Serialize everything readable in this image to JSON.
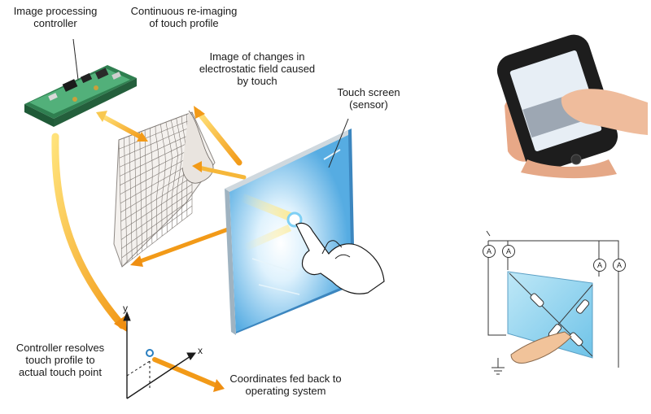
{
  "labels": {
    "controller": [
      "Image processing",
      "controller"
    ],
    "reimaging": [
      "Continuous re-imaging",
      "of touch profile"
    ],
    "field": [
      "Image of changes in",
      "electrostatic field caused",
      "by touch"
    ],
    "screen": [
      "Touch screen",
      "(sensor)"
    ],
    "resolves": [
      "Controller resolves",
      "touch profile to",
      "actual touch point"
    ],
    "coords": [
      "Coordinates fed back to",
      "operating system"
    ],
    "axis_y": "y",
    "axis_x": "x",
    "meter": "A"
  },
  "colors": {
    "arrow": "#f2a11e",
    "arrow_light": "#ffd75a",
    "screen_blue": "#5fb6e6",
    "screen_glow": "#eaf7ff",
    "board_green": "#3f9b63",
    "skin": "#f3c9a6",
    "phone": "#1d1d1d"
  },
  "icons": [
    "controller-board-icon",
    "distorted-grid-icon",
    "touch-screen-icon",
    "pointing-hand-icon",
    "coordinate-axes-icon",
    "smartphone-in-hand-icon",
    "resistive-circuit-icon",
    "ammeter-icon",
    "ground-icon"
  ]
}
